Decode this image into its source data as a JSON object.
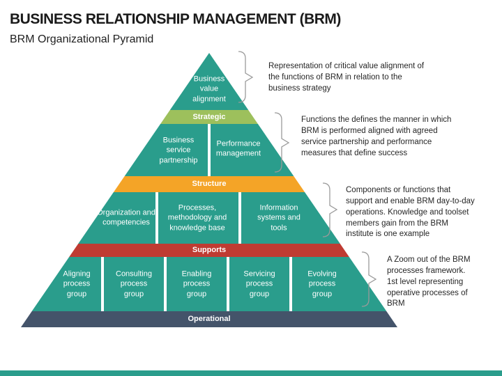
{
  "slide": {
    "title": "BUSINESS RELATIONSHIP MANAGEMENT (BRM)",
    "subtitle": "BRM Organizational Pyramid"
  },
  "colors": {
    "teal": "#2a9d8c",
    "strategic_green": "#9dc05c",
    "structure_orange": "#f4a427",
    "supports_red": "#bf3b32",
    "operational_dark": "#44546a",
    "brace": "#9a9a9a",
    "footer_bar": "#2a9d8c"
  },
  "pyramid": {
    "apex": "Business\nvalue\nalignment",
    "strategic": "Strategic",
    "tier2": [
      "Business\nservice\npartnership",
      "Performance\nmanagement"
    ],
    "structure": "Structure",
    "tier3": [
      "Organization and\ncompetencies",
      "Processes,\nmethodology and\nknowledge base",
      "Information\nsystems and\ntools"
    ],
    "supports": "Supports",
    "tier4": [
      "Aligning\nprocess\ngroup",
      "Consulting\nprocess\ngroup",
      "Enabling\nprocess\ngroup",
      "Servicing\nprocess\ngroup",
      "Evolving\nprocess\ngroup"
    ],
    "operational": "Operational"
  },
  "annotations": [
    {
      "text": "Representation of critical value alignment of\nthe functions of BRM in relation to the\nbusiness strategy"
    },
    {
      "text": "Functions the defines the manner in which\nBRM is performed aligned with agreed\nservice partnership and performance\nmeasures that define success"
    },
    {
      "text": "Components or functions that\nsupport and enable BRM day-to-day\noperations. Knowledge and toolset\nmembers gain from the BRM\ninstitute is one example"
    },
    {
      "text": "A Zoom out of the BRM\nprocesses framework.\n1st level representing\noperative processes of\nBRM"
    }
  ]
}
